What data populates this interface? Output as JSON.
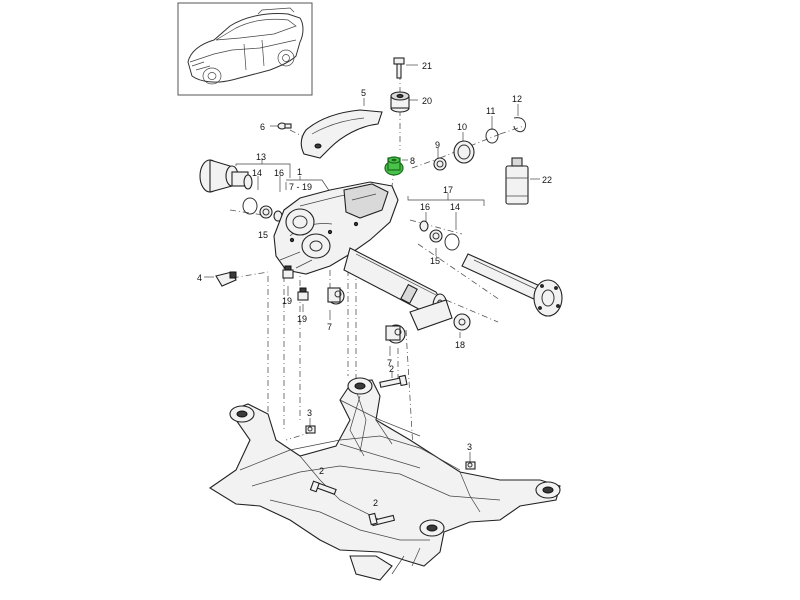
{
  "callouts": [
    {
      "id": "c21",
      "text": "21"
    },
    {
      "id": "c20",
      "text": "20"
    },
    {
      "id": "c5",
      "text": "5"
    },
    {
      "id": "c6",
      "text": "6"
    },
    {
      "id": "c11",
      "text": "11"
    },
    {
      "id": "c12",
      "text": "12"
    },
    {
      "id": "c10",
      "text": "10"
    },
    {
      "id": "c9",
      "text": "9"
    },
    {
      "id": "c8",
      "text": "8"
    },
    {
      "id": "c13",
      "text": "13"
    },
    {
      "id": "c14a",
      "text": "14"
    },
    {
      "id": "c16a",
      "text": "16"
    },
    {
      "id": "c1",
      "text": "1"
    },
    {
      "id": "c7_19",
      "text": "7 - 19"
    },
    {
      "id": "c15a",
      "text": "15"
    },
    {
      "id": "c22",
      "text": "22"
    },
    {
      "id": "c17",
      "text": "17"
    },
    {
      "id": "c16b",
      "text": "16"
    },
    {
      "id": "c14b",
      "text": "14"
    },
    {
      "id": "c15b",
      "text": "15"
    },
    {
      "id": "c4",
      "text": "4"
    },
    {
      "id": "c19a",
      "text": "19"
    },
    {
      "id": "c19b",
      "text": "19"
    },
    {
      "id": "c7a",
      "text": "7"
    },
    {
      "id": "c7b",
      "text": "7"
    },
    {
      "id": "c18",
      "text": "18"
    },
    {
      "id": "c2a",
      "text": "2"
    },
    {
      "id": "c3a",
      "text": "3"
    },
    {
      "id": "c3b",
      "text": "3"
    },
    {
      "id": "c2b",
      "text": "2"
    },
    {
      "id": "c2c",
      "text": "2"
    }
  ],
  "highlighted_part": "8",
  "colors": {
    "highlight": "#49c24a",
    "line": "#333333",
    "background": "#ffffff"
  },
  "icons": {
    "thumbnail": "vehicle-thumbnail-icon"
  }
}
